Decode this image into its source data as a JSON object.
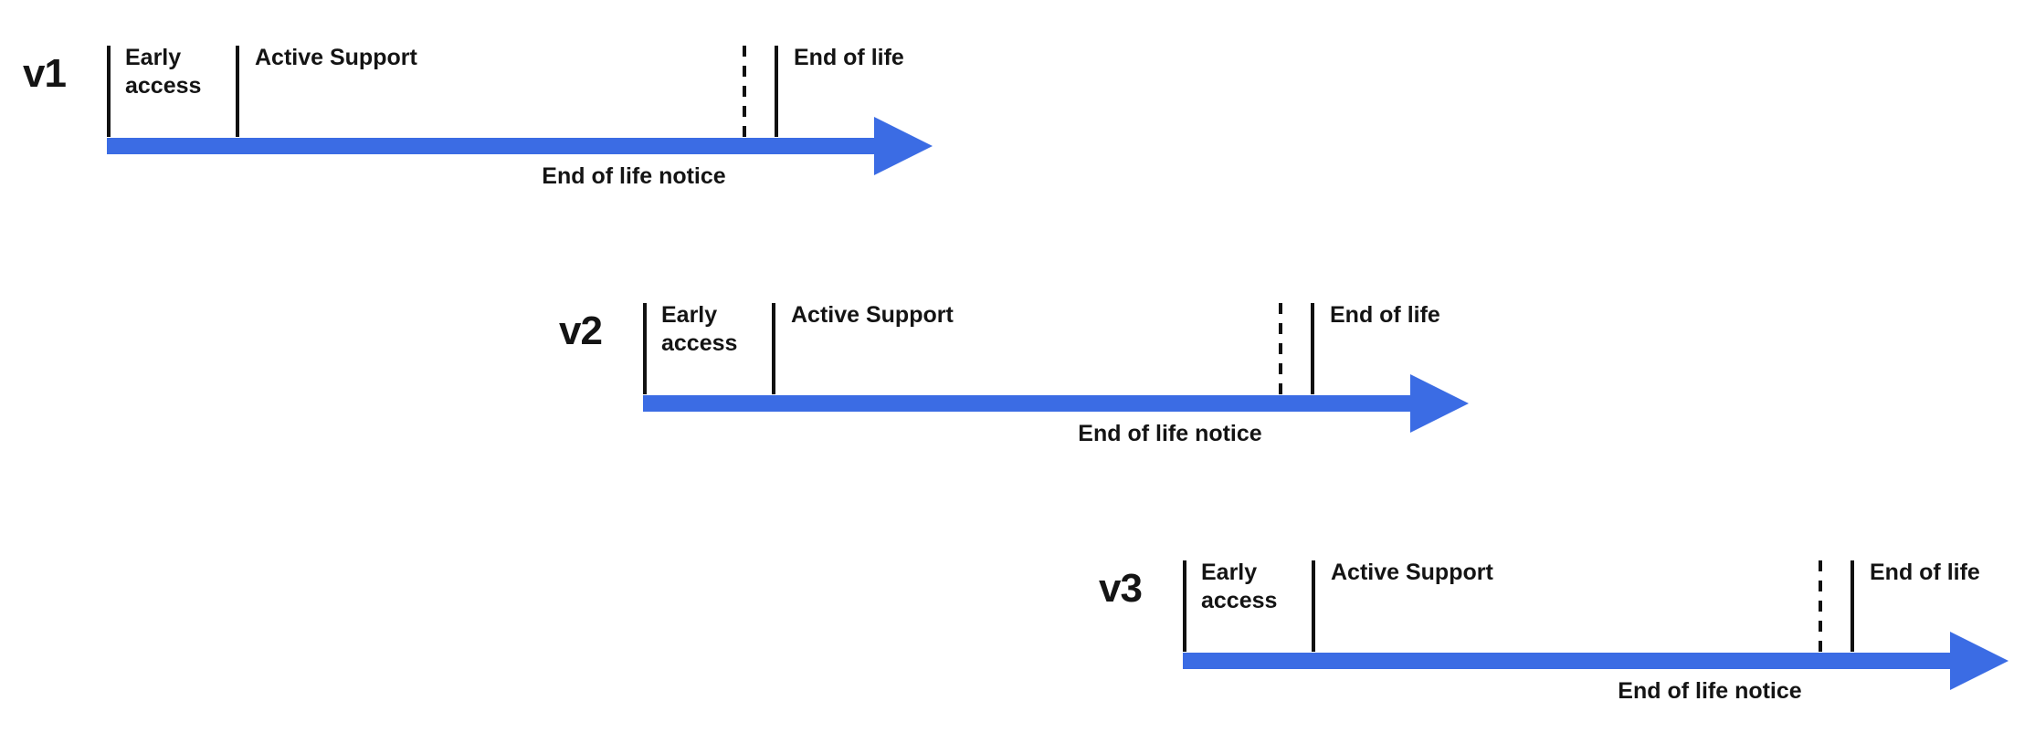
{
  "diagram": {
    "colors": {
      "arrow": "#3b6ce4",
      "text": "#141414",
      "tick": "#111111"
    },
    "timelines": [
      {
        "version": "v1",
        "labels": {
          "early_line1": "Early",
          "early_line2": "access",
          "active_support": "Active Support",
          "end_of_life": "End of life",
          "end_of_life_notice": "End of life notice"
        }
      },
      {
        "version": "v2",
        "labels": {
          "early_line1": "Early",
          "early_line2": "access",
          "active_support": "Active Support",
          "end_of_life": "End of life",
          "end_of_life_notice": "End of life notice"
        }
      },
      {
        "version": "v3",
        "labels": {
          "early_line1": "Early",
          "early_line2": "access",
          "active_support": "Active Support",
          "end_of_life": "End of life",
          "end_of_life_notice": "End of life notice"
        }
      }
    ]
  }
}
